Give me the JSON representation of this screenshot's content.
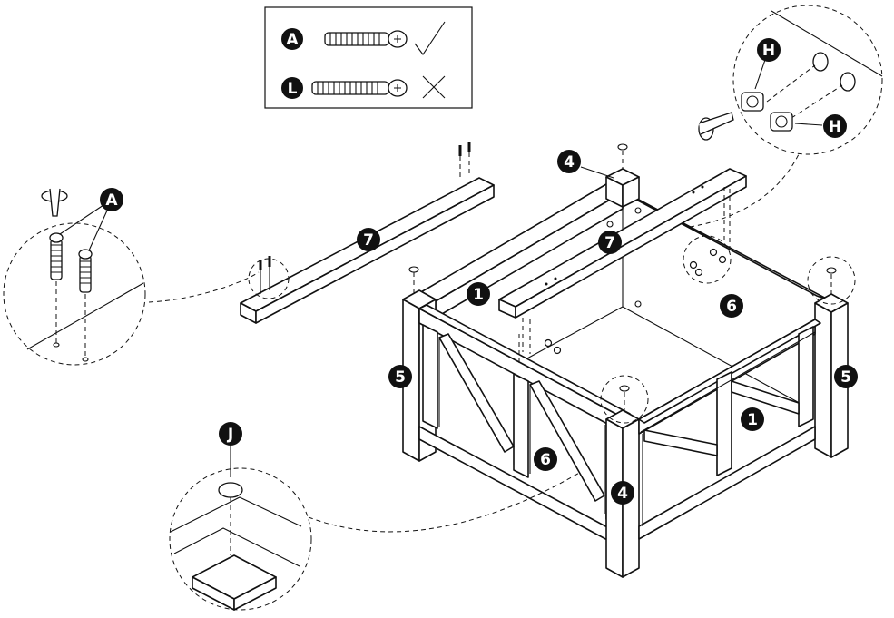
{
  "legend": {
    "rows": [
      {
        "label": "A",
        "mark": "check-icon"
      },
      {
        "label": "L",
        "mark": "cross-icon"
      }
    ]
  },
  "parts": {
    "rail_front": "1",
    "rail_back": "1",
    "leg_front": "4",
    "leg_back": "4",
    "leg_left": "5",
    "leg_right": "5",
    "panel_front": "6",
    "panel_back": "6",
    "slat_loose": "7",
    "slat_installed": "7"
  },
  "hardware": {
    "bolt_callout": "A",
    "cam_lock_top": "H",
    "cam_lock_bottom": "H",
    "foot_glide": "J"
  },
  "colors": {
    "ink": "#111111",
    "paper": "#ffffff"
  }
}
